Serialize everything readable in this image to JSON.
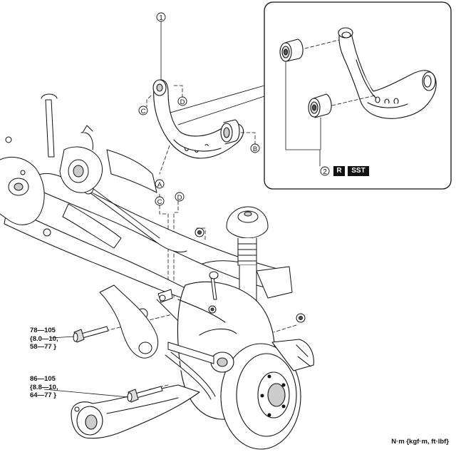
{
  "callouts": {
    "one": "1",
    "two": "2",
    "A": "A",
    "B": "B",
    "C": "C",
    "D": "D"
  },
  "tags": {
    "replace": "R",
    "sst": "SST"
  },
  "torques": [
    {
      "lines": [
        "78—105",
        "{8.0—10,",
        "58—77 }"
      ]
    },
    {
      "lines": [
        "86—105",
        "{8.8—10,",
        "64—77 }"
      ]
    }
  ],
  "units": "N·m {kgf·m, ft·lbf}"
}
